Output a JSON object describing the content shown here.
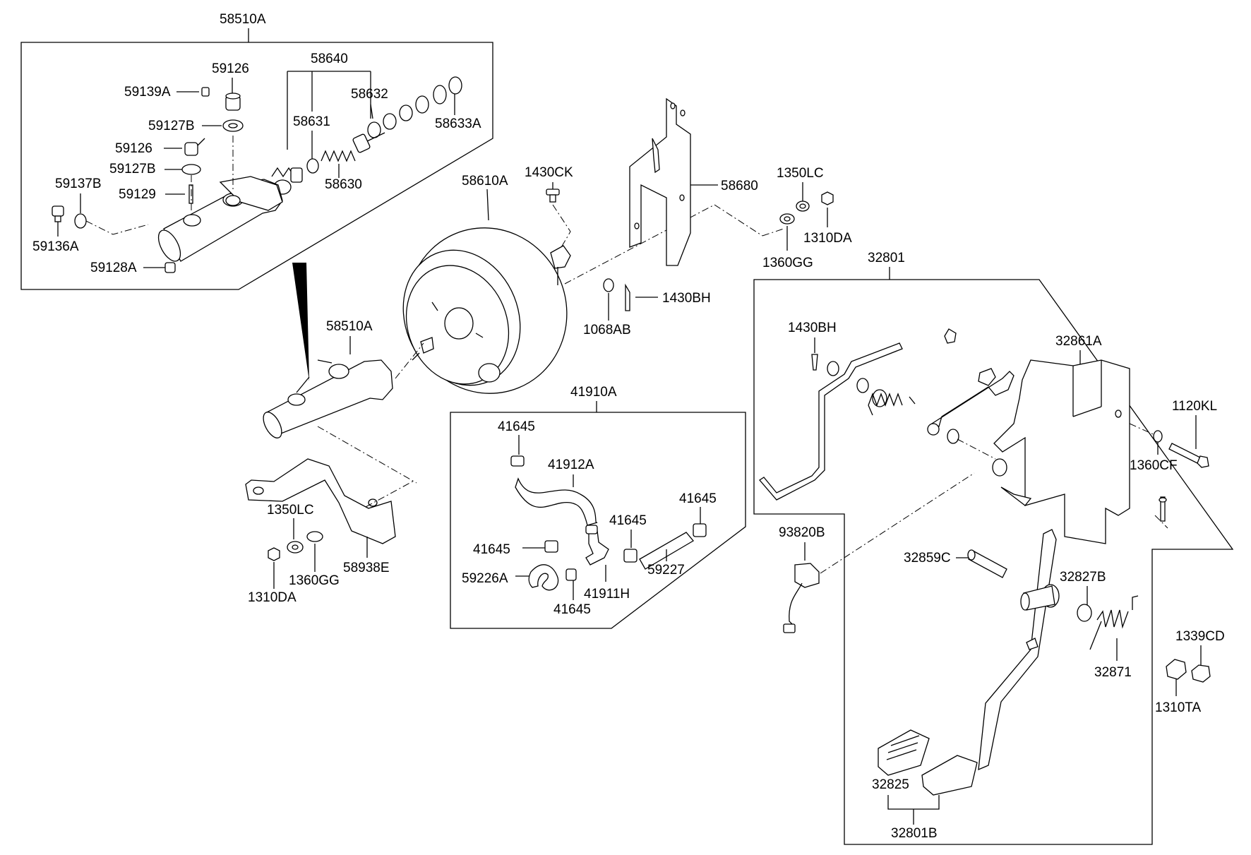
{
  "labels": {
    "l_58510A_top": "58510A",
    "l_58640": "58640",
    "l_59126_a": "59126",
    "l_59139A": "59139A",
    "l_58632": "58632",
    "l_58631": "58631",
    "l_58633A": "58633A",
    "l_59127B_a": "59127B",
    "l_59126_b": "59126",
    "l_59127B_b": "59127B",
    "l_59137B": "59137B",
    "l_59129": "59129",
    "l_58630": "58630",
    "l_59136A": "59136A",
    "l_59128A": "59128A",
    "l_58610A": "58610A",
    "l_1430CK": "1430CK",
    "l_58680": "58680",
    "l_1350LC_a": "1350LC",
    "l_1310DA_a": "1310DA",
    "l_1360GG_a": "1360GG",
    "l_1430BH_a": "1430BH",
    "l_1068AB": "1068AB",
    "l_58510A_mid": "58510A",
    "l_41910A": "41910A",
    "l_41645_a": "41645",
    "l_41912A": "41912A",
    "l_41645_b": "41645",
    "l_41645_c": "41645",
    "l_41645_d": "41645",
    "l_59226A": "59226A",
    "l_59227": "59227",
    "l_41911H": "41911H",
    "l_41645_e": "41645",
    "l_1350LC_b": "1350LC",
    "l_1360GG_b": "1360GG",
    "l_1310DA_b": "1310DA",
    "l_58938E": "58938E",
    "l_32801": "32801",
    "l_1430BH_b": "1430BH",
    "l_32861A": "32861A",
    "l_1120KL": "1120KL",
    "l_1360CF": "1360CF",
    "l_93820B": "93820B",
    "l_32859C": "32859C",
    "l_32827B": "32827B",
    "l_32871": "32871",
    "l_1339CD": "1339CD",
    "l_1310TA": "1310TA",
    "l_32825": "32825",
    "l_32801B": "32801B"
  }
}
